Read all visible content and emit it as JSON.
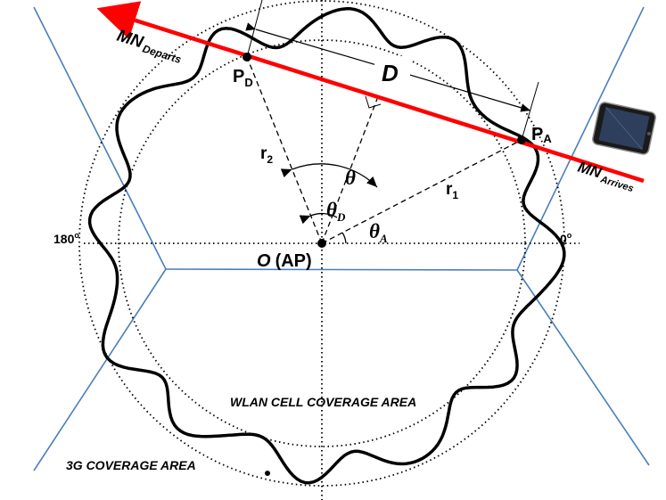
{
  "colors": {
    "trajectory": "#ff0000",
    "coverage_3g_lines": "#4a7ebb",
    "wlan_boundary": "#000000",
    "guide_circles": "#000000"
  },
  "labels": {
    "mn_departs_main": "MN",
    "mn_departs_sub": "Departs",
    "mn_arrives_main": "MN",
    "mn_arrives_sub": "Arrives",
    "pd_main": "P",
    "pd_sub": "D",
    "pa_main": "P",
    "pa_sub": "A",
    "distance": "D",
    "r1_main": "r",
    "r1_sub": "1",
    "r2_main": "r",
    "r2_sub": "2",
    "theta": "θ",
    "theta_d_main": "θ",
    "theta_d_sub": "D",
    "theta_a_main": "θ",
    "theta_a_sub": "A",
    "deg_180": "180",
    "deg_0": "0",
    "deg_symbol": "o",
    "origin_main": "O",
    "origin_sub": "(AP)",
    "wlan_area": "WLAN CELL COVERAGE AREA",
    "g3_area": "3G COVERAGE AREA"
  },
  "icons": {
    "tablet": "tablet-device-icon"
  }
}
